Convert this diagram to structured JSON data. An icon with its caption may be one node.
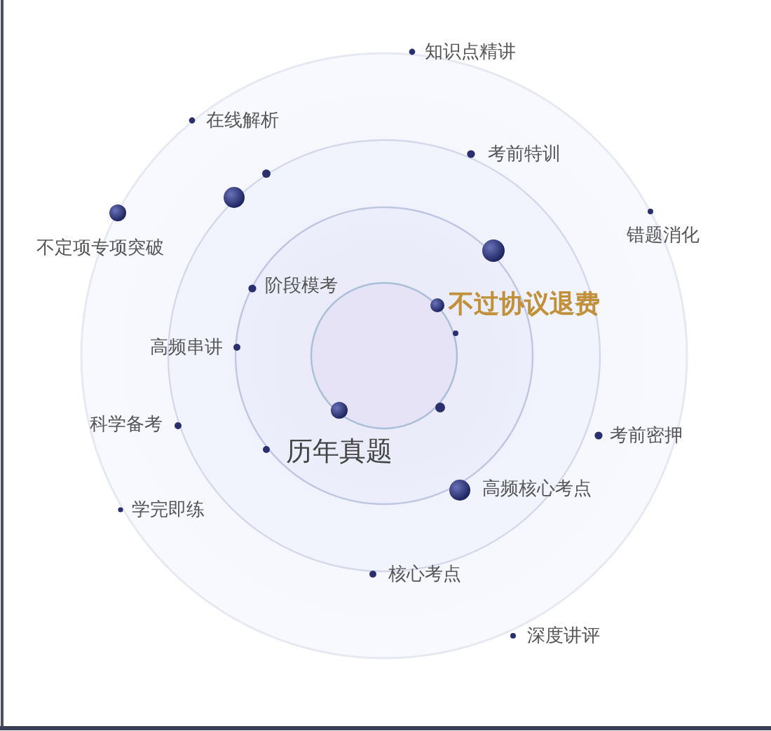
{
  "diagram": {
    "labels": [
      "知识点精讲",
      "在线解析",
      "考前特训",
      "错题消化",
      "不定项专项突破",
      "阶段模考",
      "不过协议退费",
      "高频串讲",
      "科学备考",
      "历年真题",
      "考前密押",
      "高频核心考点",
      "学完即练",
      "核心考点",
      "深度讲评"
    ]
  }
}
